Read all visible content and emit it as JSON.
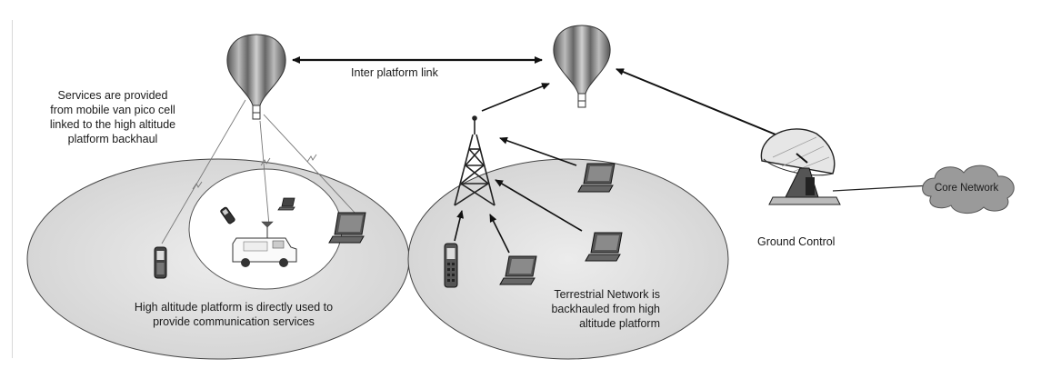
{
  "labels": {
    "inter_platform_link": "Inter platform link",
    "services_note": [
      "Services are provided",
      "from mobile van pico cell",
      "linked to the high altitude",
      "platform backhaul"
    ],
    "hap_direct": [
      "High altitude platform is directly used to",
      "provide communication services"
    ],
    "terrestrial_network": [
      "Terrestrial Network  is",
      "backhauled from high",
      "altitude platform"
    ],
    "ground_control": "Ground Control",
    "core_network": "Core Network"
  },
  "colors": {
    "ellipse_fill": "#e2e2e2",
    "balloon_dark": "#6e6e6e",
    "balloon_light": "#c8c8c8",
    "arrow": "#111111",
    "cloud_fill": "#9a9a9a"
  },
  "icons": [
    "balloon-icon",
    "phone-icon",
    "laptop-icon",
    "van-icon",
    "tower-icon",
    "satellite-dish-icon",
    "cloud-icon"
  ]
}
